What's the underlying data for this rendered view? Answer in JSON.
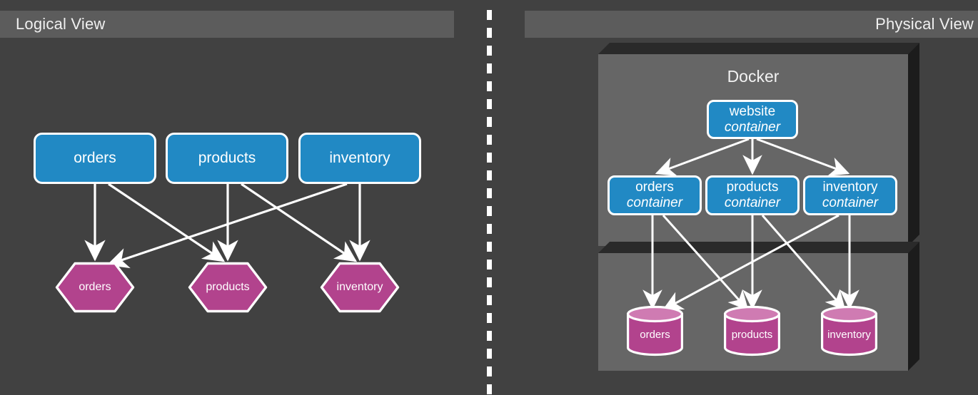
{
  "page": {
    "background_color": "#414141",
    "divider": {
      "name": "vertical-dashed-divider",
      "color": "#ffffff"
    }
  },
  "palette": {
    "background": "#414141",
    "header_bar": "#5c5c5c",
    "panel": "#666666",
    "panel_shadow": "#1c1c1c",
    "service_blue": "#2189c4",
    "database_magenta": "#b2438d",
    "database_top": "#cf7bb2",
    "stroke_white": "#ffffff",
    "text_white": "#f2f2f2"
  },
  "headers": {
    "logical": {
      "label": "Logical View",
      "align": "left"
    },
    "physical": {
      "label": "Physical View",
      "align": "right"
    }
  },
  "logical_view": {
    "services": [
      {
        "label": "orders"
      },
      {
        "label": "products"
      },
      {
        "label": "inventory"
      }
    ],
    "datastores": [
      {
        "label": "orders",
        "shape": "hexagon"
      },
      {
        "label": "products",
        "shape": "hexagon"
      },
      {
        "label": "inventory",
        "shape": "hexagon"
      }
    ],
    "edges": [
      {
        "from": "orders",
        "to": "orders"
      },
      {
        "from": "orders",
        "to": "products"
      },
      {
        "from": "products",
        "to": "products"
      },
      {
        "from": "products",
        "to": "inventory"
      },
      {
        "from": "inventory",
        "to": "orders"
      },
      {
        "from": "inventory",
        "to": "inventory"
      }
    ]
  },
  "physical_view": {
    "docker_panel": {
      "title": "Docker"
    },
    "data_panel": {
      "title": ""
    },
    "website": {
      "name": "website",
      "kind": "container"
    },
    "containers": [
      {
        "name": "orders",
        "kind": "container"
      },
      {
        "name": "products",
        "kind": "container"
      },
      {
        "name": "inventory",
        "kind": "container"
      }
    ],
    "databases": [
      {
        "label": "orders",
        "shape": "cylinder"
      },
      {
        "label": "products",
        "shape": "cylinder"
      },
      {
        "label": "inventory",
        "shape": "cylinder"
      }
    ],
    "edges": [
      {
        "from": "website",
        "to": "orders"
      },
      {
        "from": "website",
        "to": "products"
      },
      {
        "from": "website",
        "to": "inventory"
      },
      {
        "from": "orders",
        "to": "orders-db"
      },
      {
        "from": "orders",
        "to": "products-db"
      },
      {
        "from": "products",
        "to": "products-db"
      },
      {
        "from": "products",
        "to": "inventory-db"
      },
      {
        "from": "inventory",
        "to": "orders-db"
      },
      {
        "from": "inventory",
        "to": "inventory-db"
      }
    ]
  }
}
